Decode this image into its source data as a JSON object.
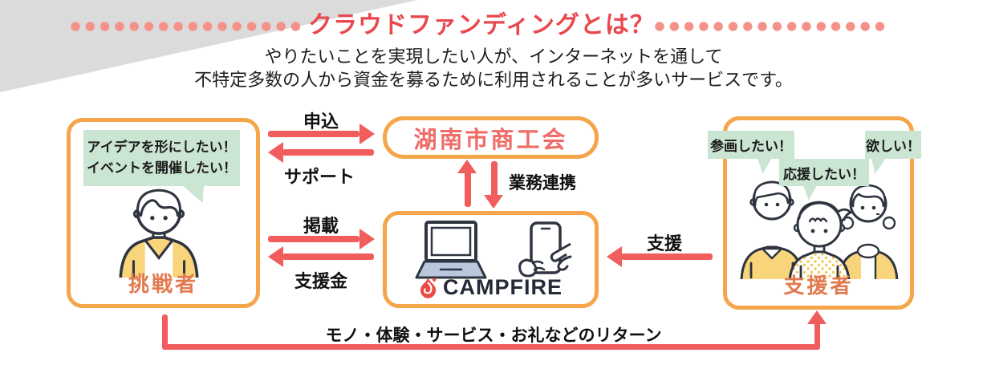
{
  "header": {
    "title": "クラウドファンディングとは？",
    "subtitle1": "やりたいことを実現したい人が、インターネットを通して",
    "subtitle2": "不特定多数の人から資金を募るために利用されることが多いサービスです。"
  },
  "challenger": {
    "label": "挑戦者",
    "bubble1": "アイデアを形にしたい！",
    "bubble2": "イベントを開催したい！"
  },
  "shokokai": {
    "label": "湖南市商工会"
  },
  "campfire": {
    "brand": "CAMPFIRE"
  },
  "supporters": {
    "label": "支援者",
    "bubble_join": "参画したい！",
    "bubble_cheer": "応援したい！",
    "bubble_want": "欲しい！"
  },
  "arrows": {
    "apply": "申込",
    "support": "サポート",
    "collab": "業務連携",
    "publish": "掲載",
    "funds": "支援金",
    "backing": "支援",
    "returns": "モノ・体験・サービス・お礼などのリターン"
  },
  "colors": {
    "box_border_orange": "#F5A54A",
    "arrow_red": "#F15C5C",
    "title_red": "#E8484E",
    "dot_salmon": "#F4928A",
    "bubble_green": "#CBE5D3",
    "role_label_coral": "#E2794F",
    "shokokai_text": "#EF6C68",
    "clothing_yellow": "#F8D47A",
    "outline_navy": "#2E3440",
    "wedge_gray": "#DBDBDB",
    "brand_navy": "#252A37",
    "flame_red": "#E94B47"
  }
}
